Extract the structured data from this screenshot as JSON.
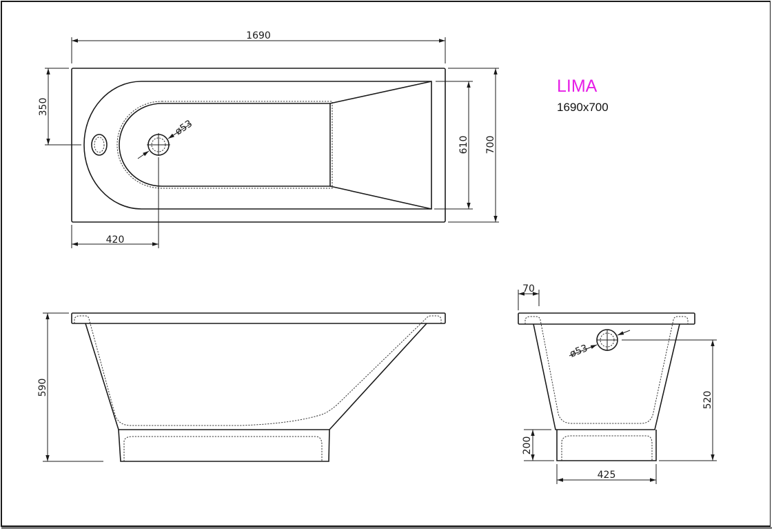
{
  "product": {
    "name": "LIMA",
    "size_label": "1690x700",
    "name_color": "#e61ee6"
  },
  "views": {
    "top": {
      "dims": {
        "length": "1690",
        "width_outer": "700",
        "width_inner": "610",
        "drain_offset_y": "350",
        "drain_offset_x": "420",
        "drain_diameter": "ø53"
      }
    },
    "side": {
      "dims": {
        "height": "590"
      }
    },
    "end": {
      "dims": {
        "rim_width": "70",
        "overflow_height": "520",
        "base_height": "200",
        "base_width": "425",
        "overflow_diameter": "ø53"
      }
    }
  }
}
